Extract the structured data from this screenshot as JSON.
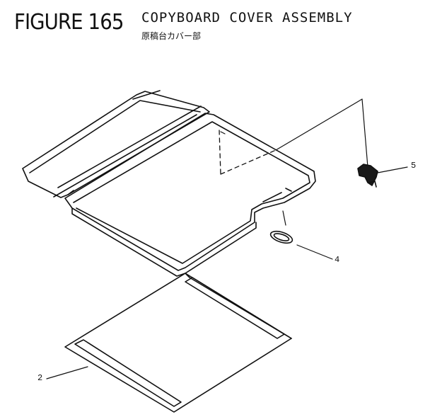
{
  "header": {
    "figure_number": "FIGURE 165",
    "title": "COPYBOARD COVER ASSEMBLY",
    "subtitle": "原稿台カバー部"
  },
  "callouts": [
    {
      "id": "5"
    },
    {
      "id": "4"
    },
    {
      "id": "2"
    }
  ]
}
